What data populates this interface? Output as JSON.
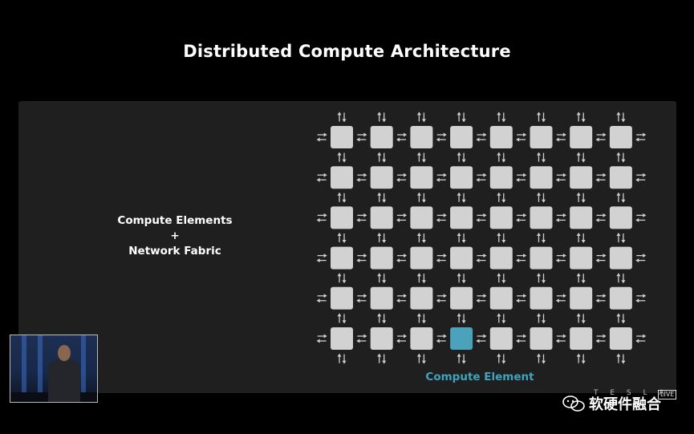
{
  "slide": {
    "title": "Distributed Compute Architecture",
    "side_label_line1": "Compute Elements",
    "side_label_line2": "+",
    "side_label_line3": "Network Fabric",
    "grid_caption": "Compute Element"
  },
  "grid": {
    "rows": 6,
    "cols": 8,
    "highlight": {
      "row": 6,
      "col": 4
    },
    "node_color": "#d2d2d2",
    "highlight_color": "#4aa3bb",
    "arrow_color": "#cfcfcf"
  },
  "watermark": {
    "text": "软硬件融合",
    "live": "LIVE",
    "brand": "T E S L A"
  },
  "colors": {
    "background": "#000000",
    "panel": "#1f1f1f",
    "accent": "#3fa5bf"
  }
}
